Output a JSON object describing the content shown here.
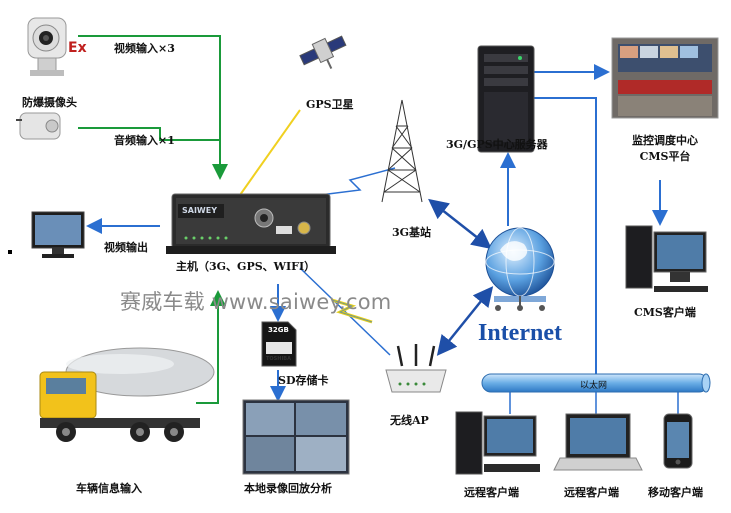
{
  "labels": {
    "explosion_camera": "防爆摄像头",
    "video_input": "视频输入×3",
    "audio_input": "音频输入×1",
    "gps_satellite": "GPS卫星",
    "base_station": "3G基站",
    "center_server": "3G/GPS中心服务器",
    "monitor_center_line1": "监控调度中心",
    "monitor_center_line2": "CMS平台",
    "cms_client": "CMS客户端",
    "video_output": "视频输出",
    "host": "主机（3G、GPS、WIFI）",
    "sd_card": "SD存储卡",
    "wireless_ap": "无线AP",
    "internet": "Internet",
    "ethernet": "以太网",
    "vehicle_input": "车辆信息输入",
    "local_playback": "本地录像回放分析",
    "remote_client_1": "远程客户端",
    "remote_client_2": "远程客户端",
    "mobile_client": "移动客户端",
    "ex_mark": "Ex",
    "dvr_brand": "SAIWEY",
    "sd_capacity": "32GB",
    "sd_brand": "TOSHIBA"
  },
  "watermark": "赛威车载 www.saiwey.com",
  "colors": {
    "green_line": "#1a9a3a",
    "blue_line": "#2b6fd1",
    "arrow_blue": "#1f4fa8",
    "ethernet_bar": "#5fa6e0",
    "internet_text": "#1a4fa8"
  }
}
